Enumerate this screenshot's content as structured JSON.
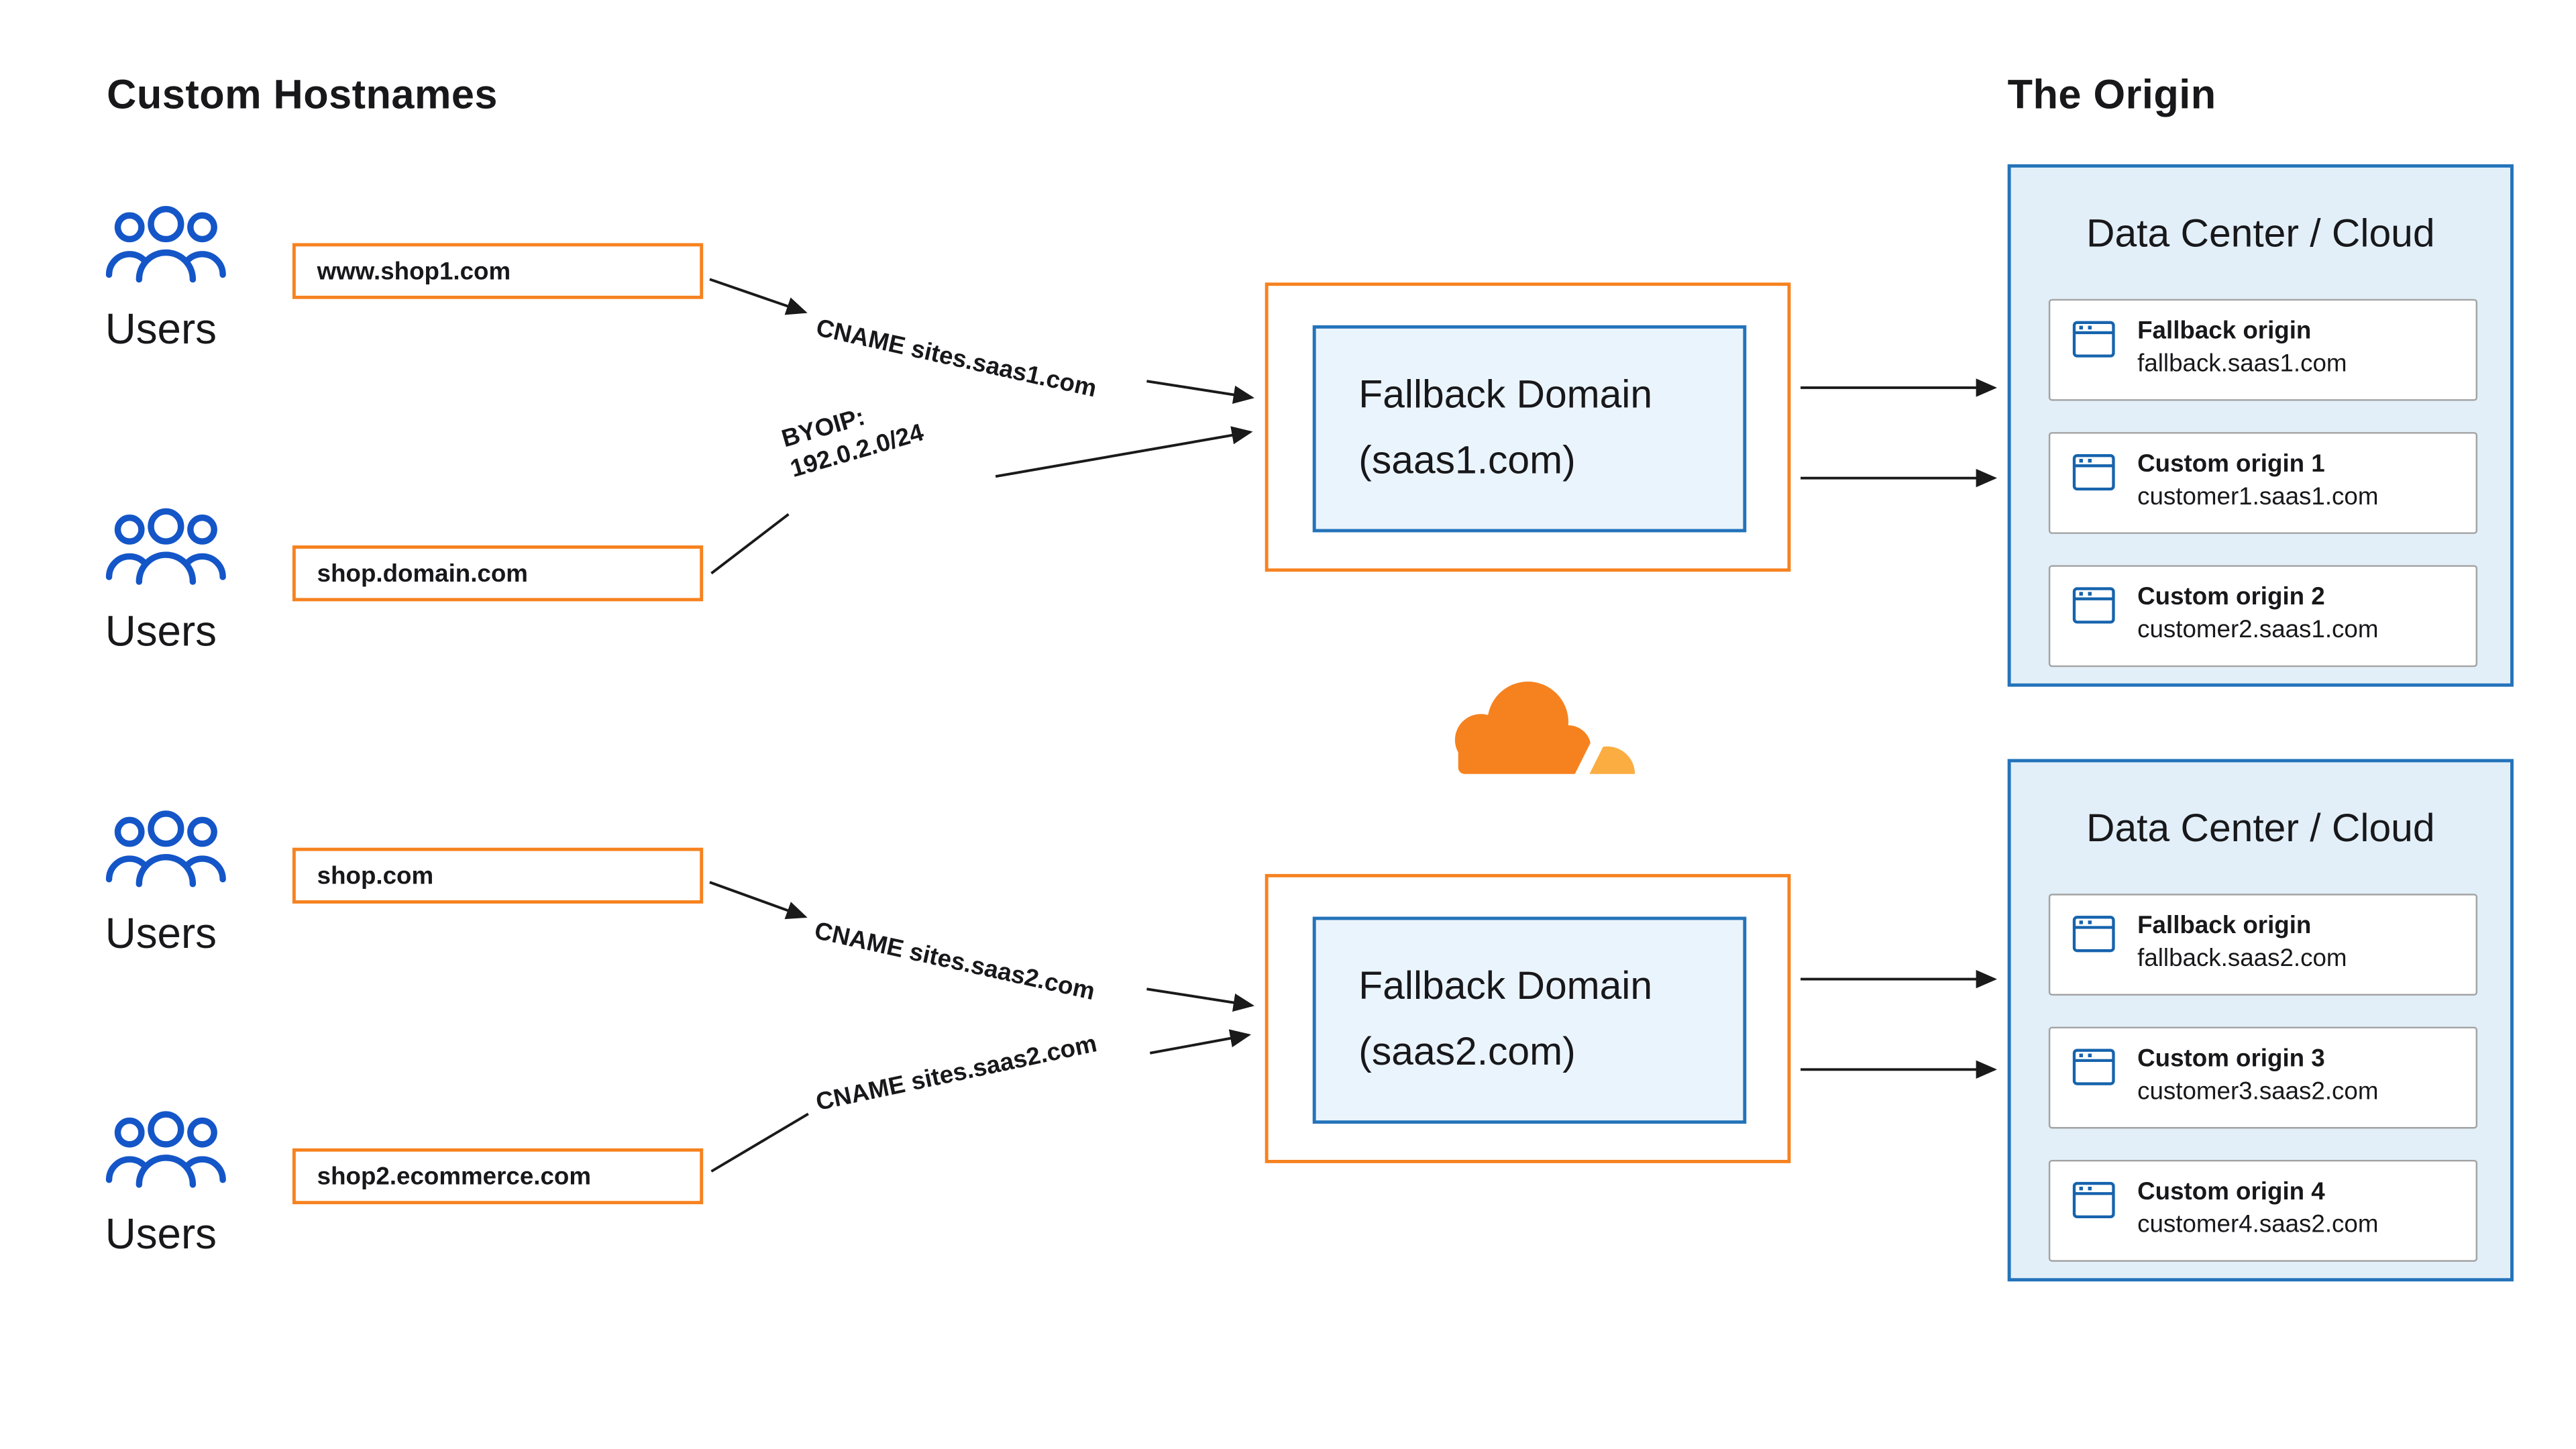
{
  "headings": {
    "left": "Custom Hostnames",
    "right": "The Origin"
  },
  "users_label": "Users",
  "hostnames": [
    {
      "label": "www.shop1.com"
    },
    {
      "label": "shop.domain.com"
    },
    {
      "label": "shop.com"
    },
    {
      "label": "shop2.ecommerce.com"
    }
  ],
  "edges": [
    {
      "text": "CNAME sites.saas1.com"
    },
    {
      "line1": "BYOIP:",
      "line2": "192.0.2.0/24"
    },
    {
      "text": "CNAME sites.saas2.com"
    },
    {
      "text": "CNAME sites.saas2.com"
    }
  ],
  "fallback_domains": [
    {
      "line1": "Fallback Domain",
      "line2": "(saas1.com)"
    },
    {
      "line1": "Fallback Domain",
      "line2": "(saas2.com)"
    }
  ],
  "data_centers": [
    {
      "title": "Data Center / Cloud",
      "origins": [
        {
          "name": "Fallback origin",
          "host": "fallback.saas1.com"
        },
        {
          "name": "Custom origin 1",
          "host": "customer1.saas1.com"
        },
        {
          "name": "Custom origin 2",
          "host": "customer2.saas1.com"
        }
      ]
    },
    {
      "title": "Data Center / Cloud",
      "origins": [
        {
          "name": "Fallback origin",
          "host": "fallback.saas2.com"
        },
        {
          "name": "Custom origin 3",
          "host": "customer3.saas2.com"
        },
        {
          "name": "Custom origin 4",
          "host": "customer4.saas2.com"
        }
      ]
    }
  ],
  "icons": {
    "users": "users-group-icon",
    "origin": "browser-window-icon",
    "brand": "cloudflare-logo-icon"
  },
  "colors": {
    "orange": "#F6821F",
    "orange_light": "#FBAD41",
    "blue_border": "#2373BA",
    "blue_fill_light": "#EAF4FC",
    "dc_fill": "#E2EFF9",
    "icon_blue": "#1456C8",
    "text": "#18181B",
    "arrow": "#1A1A1A",
    "card_border": "#A3A3A3"
  }
}
